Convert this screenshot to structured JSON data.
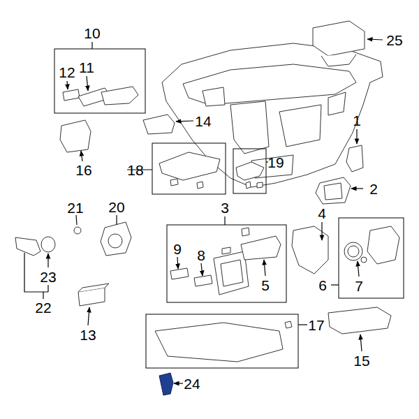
{
  "diagram": {
    "labels": [
      "10",
      "25",
      "12",
      "11",
      "1",
      "14",
      "16",
      "18",
      "19",
      "2",
      "3",
      "21",
      "20",
      "4",
      "9",
      "8",
      "5",
      "6",
      "7",
      "23",
      "22",
      "13",
      "17",
      "15",
      "24"
    ]
  }
}
